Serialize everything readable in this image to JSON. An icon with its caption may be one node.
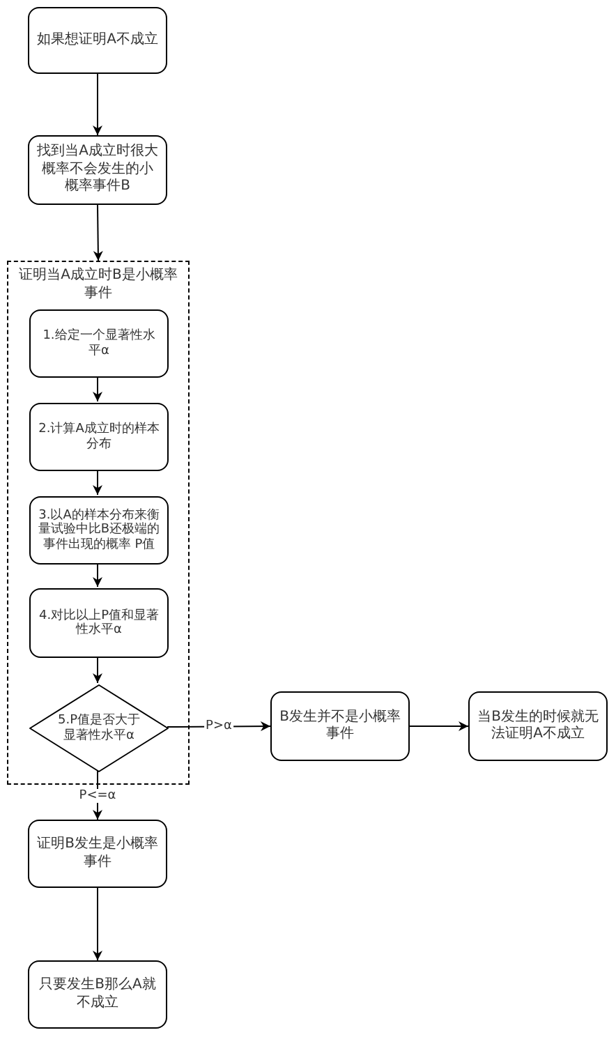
{
  "diagram": {
    "nodes": [
      {
        "text": [
          "如果想证明A不成立"
        ]
      },
      {
        "text": [
          "找到当A成立时很大概率不会发生的小概率事件B"
        ]
      },
      {
        "text": [
          "证明当A成立时B是小概率事件"
        ]
      },
      {
        "text": [
          "1.给定一个显著性水平α"
        ],
        "in": 2
      },
      {
        "text": [
          "2.计算A成立时的样本分布"
        ],
        "in": 2
      },
      {
        "text": [
          "3.以A的样本分布来衡量试验中比B还极端的事件出现的概率 P值"
        ],
        "in": 2
      },
      {
        "text": [
          "4.对比以上P值和显著性水平α"
        ],
        "in": 2
      },
      {
        "text": [
          "5.P值是否大于显著性水平α"
        ],
        "in": 2
      },
      {
        "text": [
          "B发生并不是小概率事件"
        ]
      },
      {
        "text": [
          "当B发生的时候就无法证明A不成立"
        ]
      },
      {
        "text": [
          "证明B发生是小概率事件"
        ]
      },
      {
        "text": [
          "只要发生B那么A就不成立"
        ]
      }
    ],
    "edges": [
      {
        "from": 0,
        "to": 1,
        "arrow": "to"
      },
      {
        "from": 1,
        "to": 2,
        "arrow": "to"
      },
      {
        "from": 3,
        "to": 4,
        "arrow": "to"
      },
      {
        "from": 4,
        "to": 5,
        "arrow": "to"
      },
      {
        "from": 5,
        "to": 6,
        "arrow": "to"
      },
      {
        "from": 6,
        "to": 7,
        "arrow": "to"
      },
      {
        "from": 7,
        "to": 8,
        "arrow": "to",
        "label": "P>α"
      },
      {
        "from": 8,
        "to": 9,
        "arrow": "to"
      },
      {
        "from": 7,
        "to": 10,
        "arrow": "to",
        "label": "P<=α"
      },
      {
        "from": 10,
        "to": 11,
        "arrow": "to"
      }
    ]
  }
}
